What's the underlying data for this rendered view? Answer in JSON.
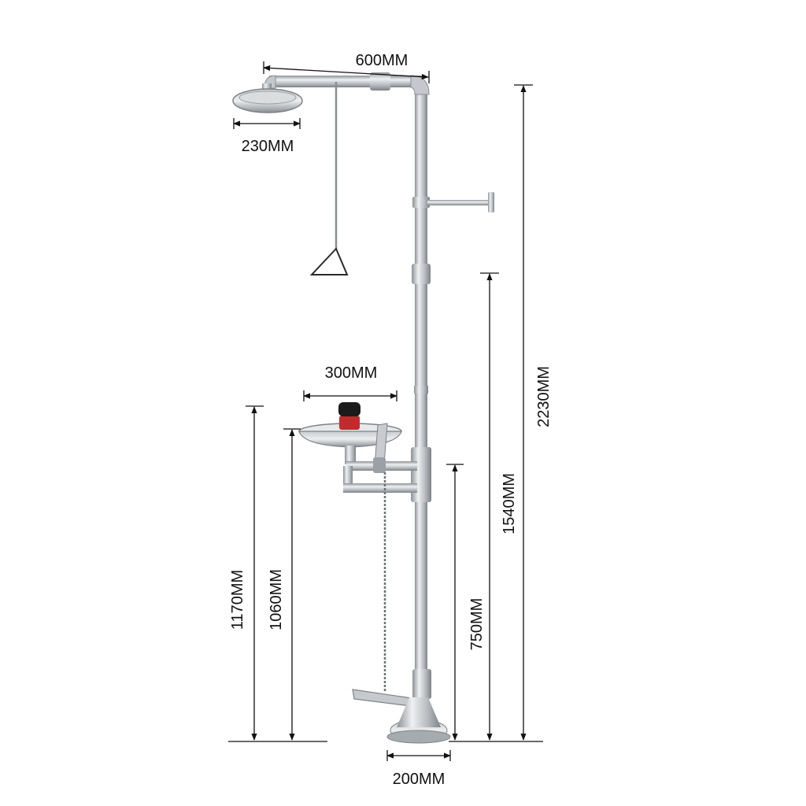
{
  "dimensions": {
    "pipe_width": "600MM",
    "shower_head_diameter": "230MM",
    "bowl_diameter": "300MM",
    "base_diameter": "200MM",
    "bowl_rim_height": "1170MM",
    "bowl_base_height": "1060MM",
    "bowl_arm_height": "750MM",
    "junction_height": "1540MM",
    "total_height": "2230MM"
  },
  "colors": {
    "steel_light": "#e6e8ea",
    "steel_mid": "#b9bdc1",
    "steel_dark": "#7d8287",
    "dim_line": "#111111",
    "valve_red": "#b32025",
    "valve_black": "#1b1b1b"
  }
}
